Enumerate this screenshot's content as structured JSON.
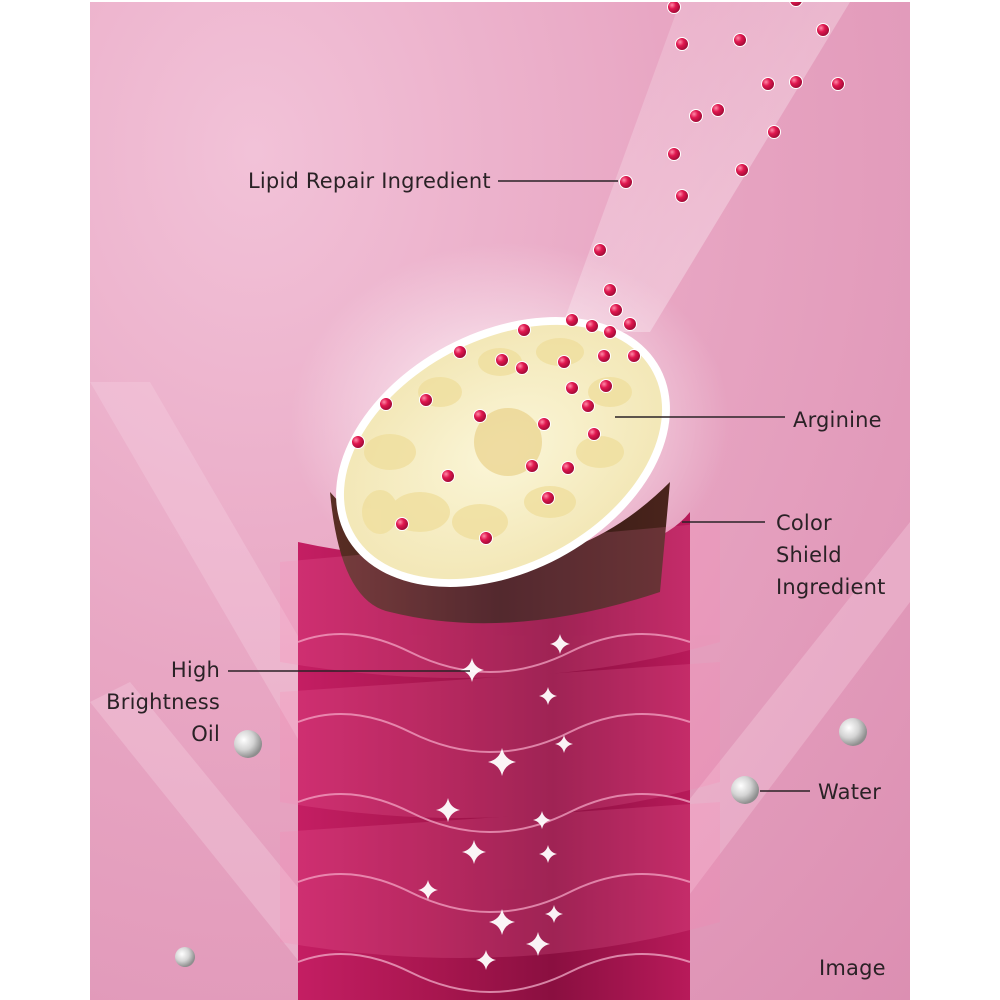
{
  "labels": {
    "lipid_repair": "Lipid Repair Ingredient",
    "arginine": "Arginine",
    "color_shield": [
      "Color",
      "Shield",
      "Ingredient"
    ],
    "high_brightness_oil": [
      "High",
      "Brightness",
      "Oil"
    ],
    "water": "Water"
  },
  "caption": "Image",
  "colors": {
    "background": "#e8a6c3",
    "hair_cuticle": "#c8246a",
    "hair_cortex": "#3a1e1a",
    "cross_section": "#f4ecc0",
    "lipid_particle": "#d81b4e",
    "water_droplet": "#d8d8d8",
    "label_text": "#2a2226"
  }
}
